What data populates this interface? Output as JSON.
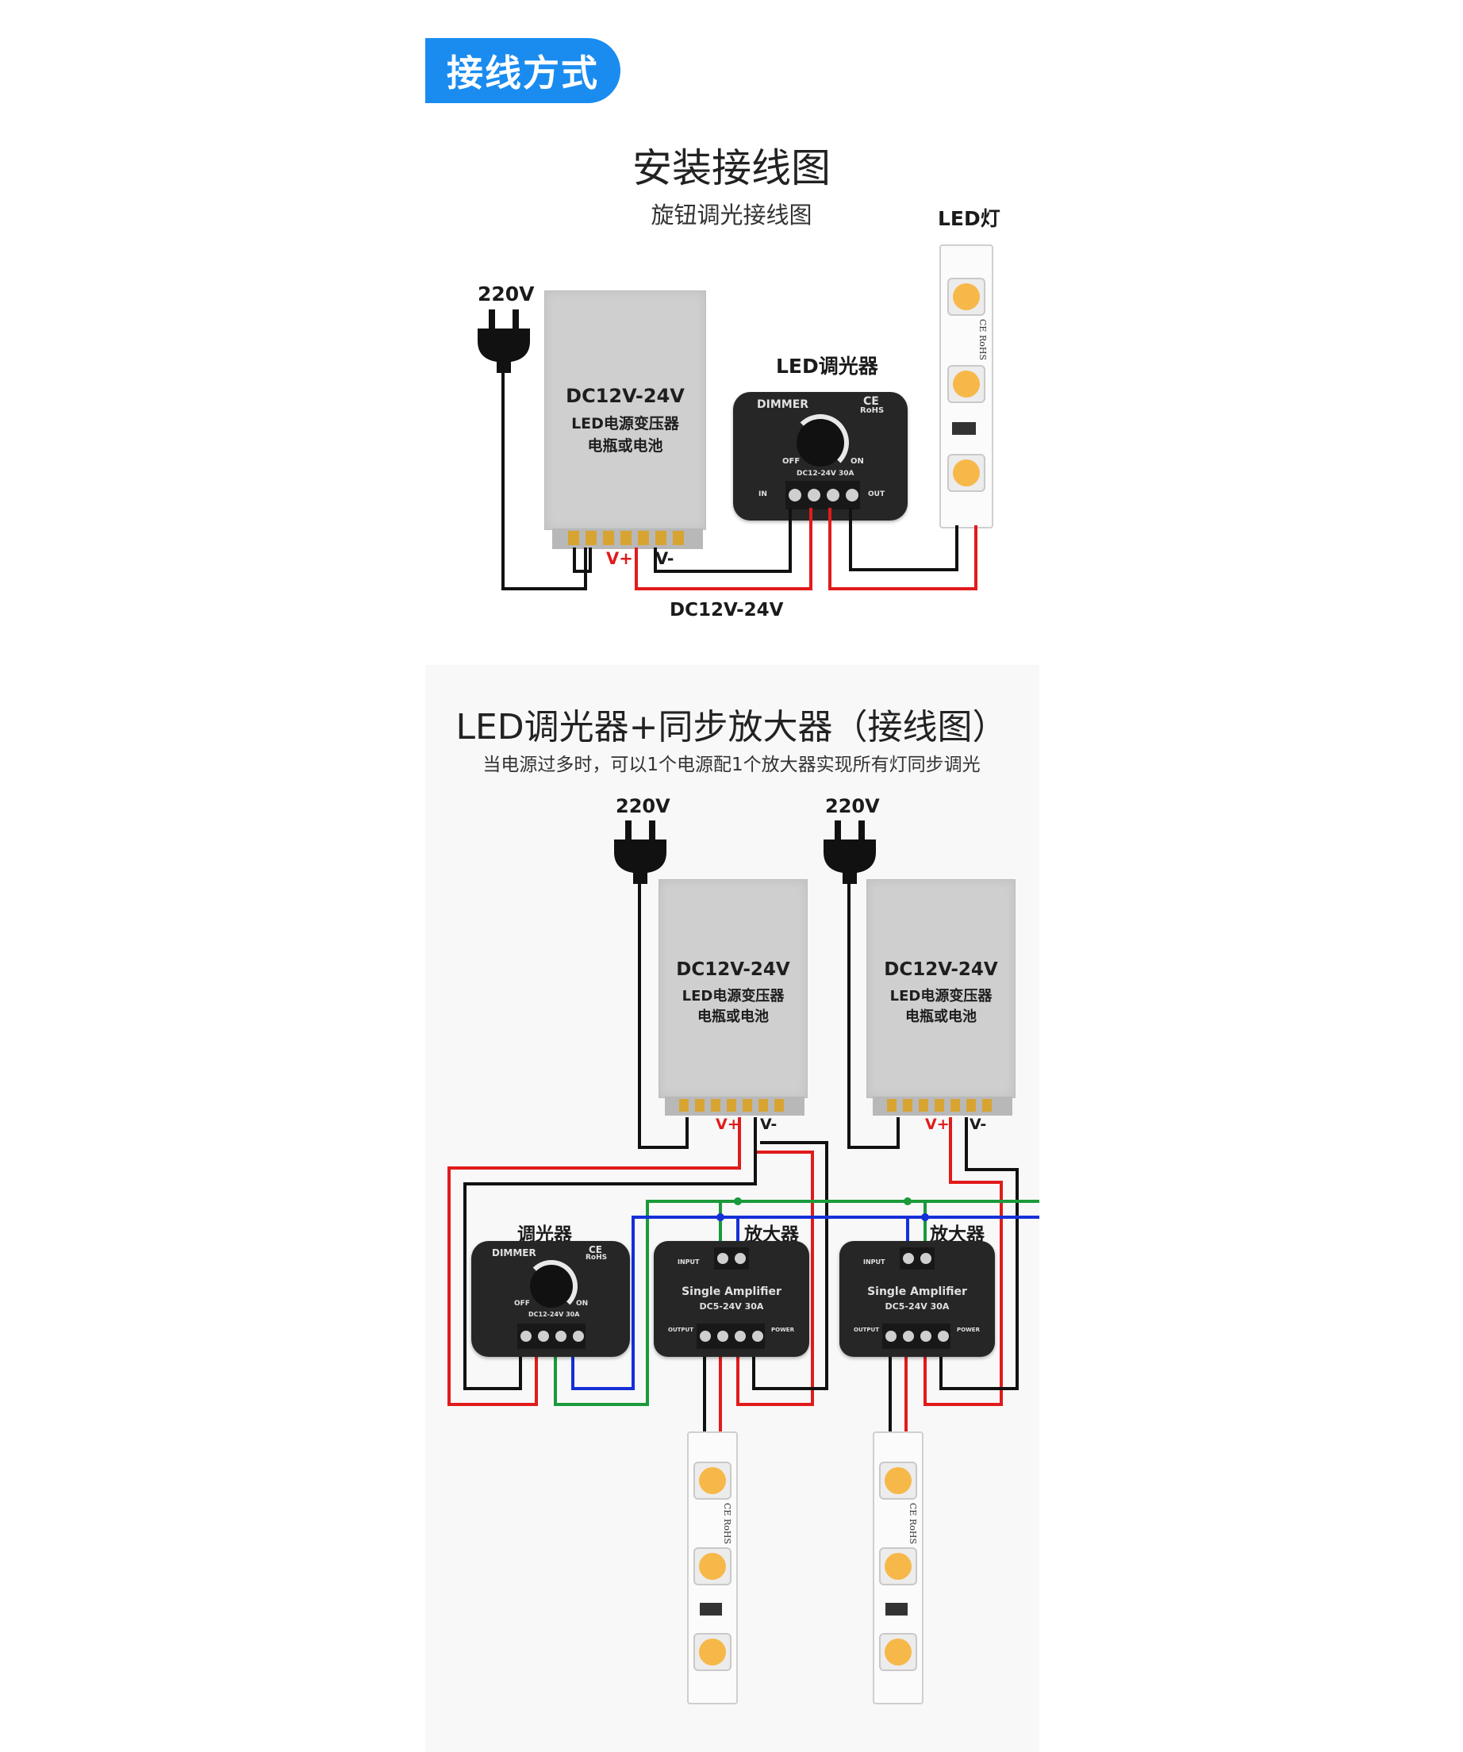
{
  "header_tag": "接线方式",
  "section1": {
    "title": "安装接线图",
    "subtitle": "旋钮调光接线图",
    "label_220v": "220V",
    "label_led_lamp": "LED灯",
    "label_led_dimmer": "LED调光器",
    "psu": {
      "line1": "DC12V-24V",
      "line2": "LED电源变压器",
      "line3": "电瓶或电池"
    },
    "vplus": "V+",
    "vminus": "V-",
    "bottom_label": "DC12V-24V",
    "dimmer": {
      "brand": "DIMMER",
      "cert": "CE",
      "rohs": "RoHS",
      "off": "OFF",
      "on": "ON",
      "rating": "DC12-24V 30A",
      "in": "IN",
      "out": "OUT"
    }
  },
  "section2": {
    "title": "LED调光器+同步放大器（接线图）",
    "subtitle": "当电源过多时，可以1个电源配1个放大器实现所有灯同步调光",
    "label_220v_a": "220V",
    "label_220v_b": "220V",
    "psu_a": {
      "line1": "DC12V-24V",
      "line2": "LED电源变压器",
      "line3": "电瓶或电池"
    },
    "psu_b": {
      "line1": "DC12V-24V",
      "line2": "LED电源变压器",
      "line3": "电瓶或电池"
    },
    "vplus": "V+",
    "vminus": "V-",
    "label_dimmer": "调光器",
    "label_amp_a": "放大器",
    "label_amp_b": "放大器",
    "dimmer": {
      "brand": "DIMMER",
      "cert": "CE",
      "rohs": "RoHS",
      "off": "OFF",
      "on": "ON",
      "rating": "DC12-24V 30A"
    },
    "amp": {
      "name": "Single Amplifier",
      "rating": "DC5-24V 30A",
      "input": "INPUT",
      "output": "OUTPUT",
      "power": "POWER"
    }
  },
  "strip": {
    "mark": "CE RoHS"
  },
  "colors": {
    "accent": "#1a8cf0",
    "wire_red": "#e11b1b",
    "wire_black": "#111111",
    "wire_green": "#1a9a3a",
    "wire_blue": "#1530d8"
  }
}
